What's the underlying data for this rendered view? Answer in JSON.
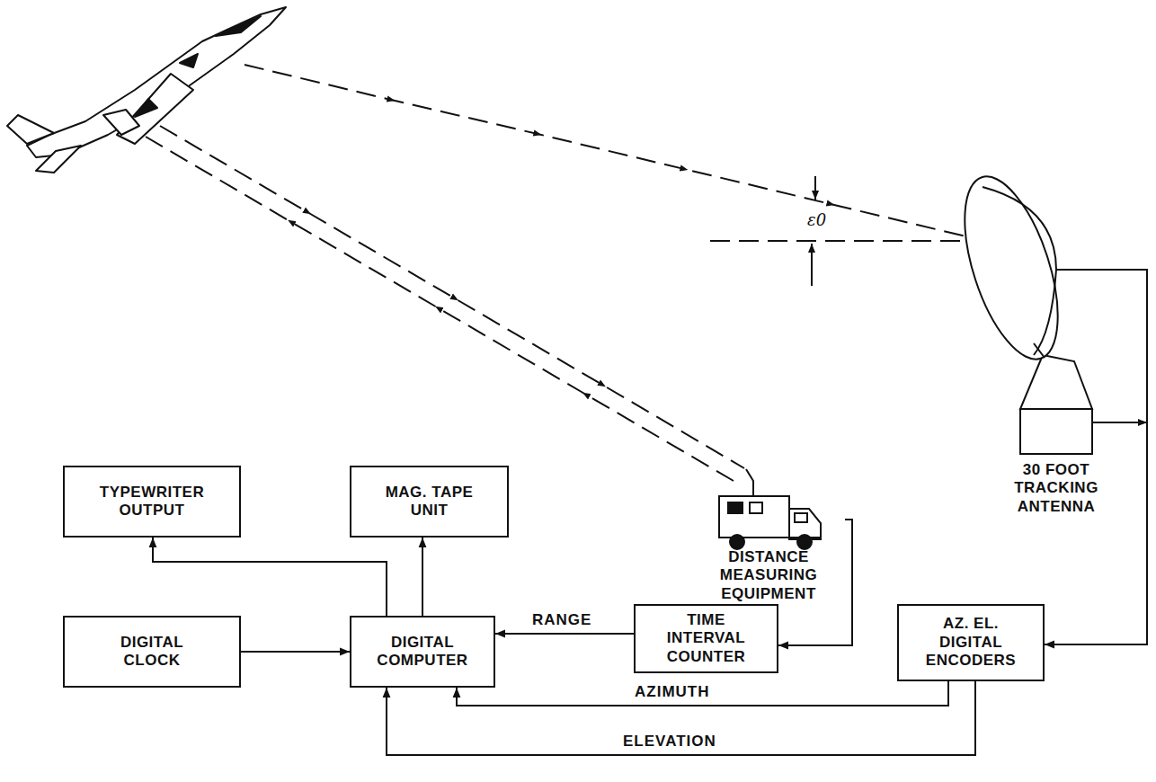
{
  "diagram": {
    "nodes": [
      {
        "text": [
          "DISTANCE MEASURING EQUIPMENT"
        ]
      },
      {
        "text": [
          "30 FOOT TRACKING ANTENNA"
        ]
      },
      {
        "text": [
          "TYPEWRITER OUTPUT"
        ]
      },
      {
        "text": [
          "MAG. TAPE UNIT"
        ]
      },
      {
        "text": [
          "DIGITAL CLOCK"
        ]
      },
      {
        "text": [
          "DIGITAL COMPUTER"
        ]
      },
      {
        "text": [
          "TIME INTERVAL COUNTER"
        ]
      },
      {
        "text": [
          "AZ. EL. DIGITAL ENCODERS"
        ]
      }
    ],
    "edges": [
      {
        "from": 4,
        "to": 5,
        "arrow": "to"
      },
      {
        "from": 5,
        "to": 2,
        "arrow": "to"
      },
      {
        "from": 5,
        "to": 3,
        "arrow": "to"
      },
      {
        "from": 6,
        "to": 5,
        "label": "RANGE",
        "arrow": "to"
      },
      {
        "from": 0,
        "to": 6,
        "arrow": "to"
      },
      {
        "from": 1,
        "to": 7,
        "arrow": "to"
      },
      {
        "from": 7,
        "to": 5,
        "label": "AZIMUTH",
        "arrow": "to"
      },
      {
        "from": 7,
        "to": 5,
        "label": "ELEVATION",
        "arrow": "to"
      }
    ],
    "labels": [
      "ε0"
    ]
  }
}
